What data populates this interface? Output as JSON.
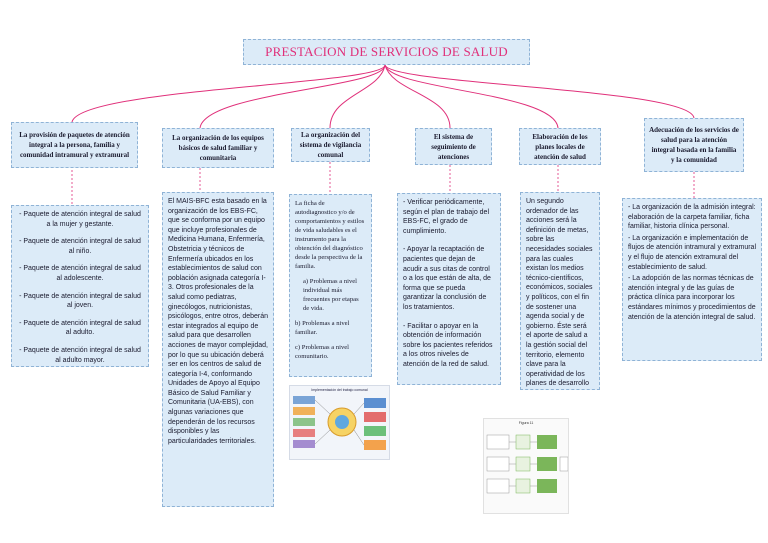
{
  "title": "PRESTACION DE SERVICIOS DE SALUD",
  "colors": {
    "title_text": "#e0307a",
    "connector": "#e0307a",
    "box_fill": "#dcebf8",
    "box_border": "#8fb3d6"
  },
  "columns": [
    {
      "header": "La provisión de paquetes de atención integral a la persona, familia y comunidad intramural y extramural",
      "items": [
        "- Paquete de atención integral de salud a la mujer y gestante.",
        "- Paquete de atención integral de salud al niño.",
        "- Paquete de atención integral de salud al adolescente.",
        "- Paquete de atención integral de salud al joven.",
        "- Paquete de atención integral de salud al adulto.",
        "- Paquete de atención integral de salud al adulto mayor."
      ]
    },
    {
      "header": "La organización de los equipos básicos de salud familiar y comunitaria",
      "text": "El MAIS-BFC esta basado en la organización de los EBS-FC, que se conforma por un equipo que incluye profesionales de Medicina Humana, Enfermería, Obstetricia y técnicos de Enfermería ubicados en los establecimientos de salud con población asignada categoría I-3. Otros profesionales de la salud como pediatras, ginecólogos, nutricionistas, psicólogos, entre otros, deberán estar integrados al equipo de salud para que desarrollen acciones de mayor complejidad, por lo que su ubicación deberá ser en los centros de salud de categoría I-4, conformando Unidades de Apoyo al Equipo Básico de Salud Familiar y Comunitaria (UA-EBS), con algunas variaciones que dependerán de los recursos disponibles y las particularidades territoriales."
    },
    {
      "header": "La organización del sistema de vigilancia comunal",
      "intro": "La ficha de autodiagnostico y/o de comportamientos y estilos de vida saludables es el instrumento para la obtención del diagnóstico desde la perspectiva de la familia.",
      "points": [
        "a) Problemas a nivel individual más frecuentes por etapas de vida.",
        "b) Problemas a nivel familiar.",
        "c) Problemas a nivel comunitario."
      ],
      "figure_title": "Implementación del trabajo comunal"
    },
    {
      "header": "El sistema de seguimiento de atenciones",
      "paras": [
        "- Verificar periódicamente, según el plan de trabajo del EBS-FC, el grado de cumplimiento.",
        "- Apoyar la recaptación de pacientes que dejan de acudir a sus citas de control o a los que están de alta, de forma que se pueda garantizar la conclusión de los tratamientos.",
        "- Facilitar o apoyar en la obtención de información sobre los pacientes referidos a los otros niveles de atención de la red de salud."
      ]
    },
    {
      "header": "Elaboración de los planes locales de atención de salud",
      "text": "Un segundo ordenador de las acciones será la definición de metas, sobre las necesidades sociales para las cuales existan los medios técnico-científicos, económicos, sociales y políticos, con el fin de sostener una agenda social y de gobierno. Éste será el aporte de salud a la gestión social del territorio, elemento clave para la operatividad de los planes de desarrollo local.",
      "figure_title": "Figura 11"
    },
    {
      "header": "Adecuación de los servicios de salud para la atención integral basada en la familia y la comunidad",
      "paras": [
        "- La organización de la admisión integral: elaboración de la carpeta familiar, ficha familiar, historia clínica personal.",
        "- La organización e implementación de flujos de atención intramural y extramural y el flujo de atención extramural del establecimiento de salud.",
        "- La adopción de las normas técnicas de atención integral y de las guías de práctica clínica para incorporar los estándares mínimos y procedimientos de atención de la atención integral de salud."
      ]
    }
  ]
}
